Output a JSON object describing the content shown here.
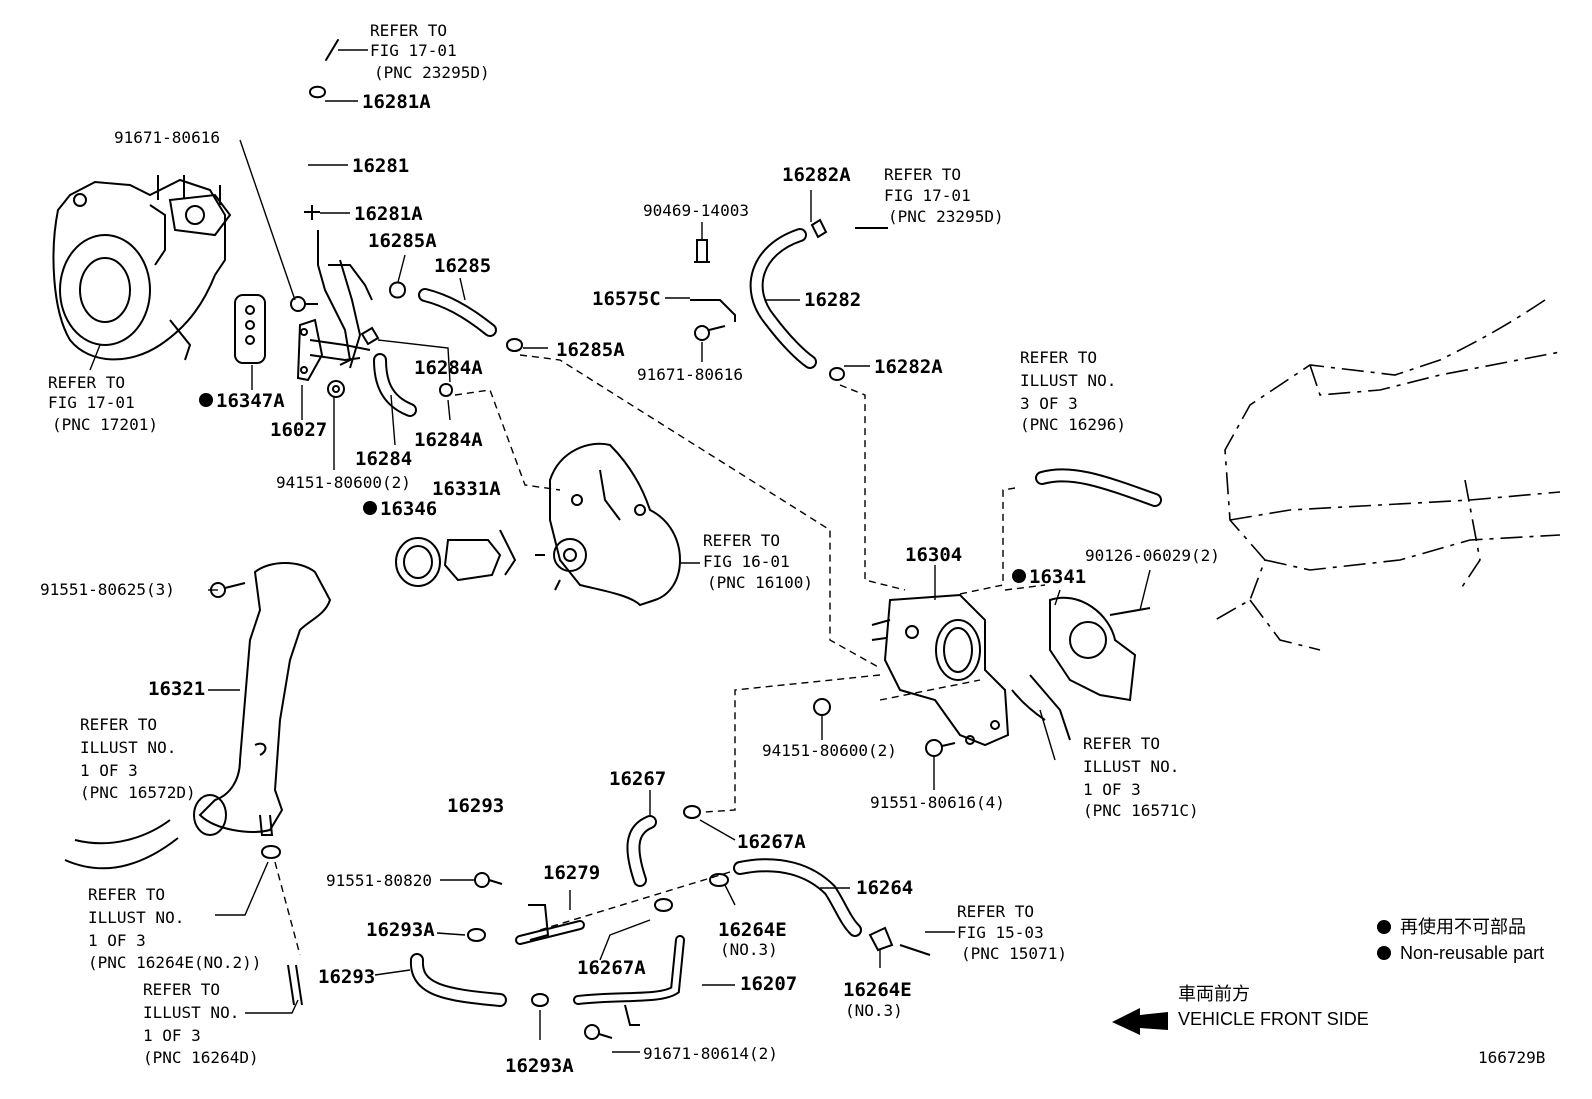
{
  "labels": {
    "p16281A_top": "16281A",
    "p16281": "16281",
    "p16281A_mid": "16281A",
    "p91671_80616_a": "91671-80616",
    "p16285A_a": "16285A",
    "p16285": "16285",
    "p16285A_b": "16285A",
    "p16284A_a": "16284A",
    "p16284A_b": "16284A",
    "p16284": "16284",
    "p16347A": "16347A",
    "p16027": "16027",
    "p94151_a": "94151-80600(2)",
    "p16346": "16346",
    "p16331A": "16331A",
    "p16282A_top": "16282A",
    "p90469": "90469-14003",
    "p16575C": "16575C",
    "p16282": "16282",
    "p91671_80616_b": "91671-80616",
    "p16282A_bot": "16282A",
    "p16304": "16304",
    "p16341": "16341",
    "p90126": "90126-06029(2)",
    "p94151_b": "94151-80600(2)",
    "p91551_80616": "91551-80616(4)",
    "p91551_80625": "91551-80625(3)",
    "p16321": "16321",
    "p16293_top": "16293",
    "p16267": "16267",
    "p16267A_a": "16267A",
    "p91551_80820": "91551-80820",
    "p16279": "16279",
    "p16264": "16264",
    "p16293A_a": "16293A",
    "p16264E_a": "16264E",
    "p16264E_a_sub": "(NO.3)",
    "p16267A_b": "16267A",
    "p16207": "16207",
    "p16293_bot": "16293",
    "p16264E_b": "16264E",
    "p16264E_b_sub": "(NO.3)",
    "p91671_80614": "91671-80614(2)",
    "p16293A_b": "16293A",
    "diagram_id": "166729B"
  },
  "refs": {
    "r1": [
      "REFER TO",
      "FIG 17-01",
      "(PNC 23295D)"
    ],
    "r2": [
      "REFER TO",
      "FIG 17-01",
      "(PNC 17201)"
    ],
    "r3": [
      "REFER TO",
      "FIG 17-01",
      "(PNC 23295D)"
    ],
    "r4": [
      "REFER TO",
      "ILLUST NO.",
      "3 OF 3",
      "(PNC 16296)"
    ],
    "r5": [
      "REFER TO",
      "FIG 16-01",
      "(PNC 16100)"
    ],
    "r6": [
      "REFER TO",
      "ILLUST NO.",
      "1 OF 3",
      "(PNC 16572D)"
    ],
    "r7": [
      "REFER TO",
      "ILLUST NO.",
      "1 OF 3",
      "(PNC 16571C)"
    ],
    "r8": [
      "REFER TO",
      "ILLUST NO.",
      "1 OF 3",
      "(PNC 16264E(NO.2))"
    ],
    "r9": [
      "REFER TO",
      "ILLUST NO.",
      "1 OF 3",
      "(PNC 16264D)"
    ],
    "r10": [
      "REFER TO",
      "FIG 15-03",
      "(PNC 15071)"
    ]
  },
  "legend": {
    "line_jp": "再使用不可部品",
    "line_en": "Non-reusable part"
  },
  "direction": {
    "jp": "車両前方",
    "en": "VEHICLE FRONT SIDE"
  }
}
